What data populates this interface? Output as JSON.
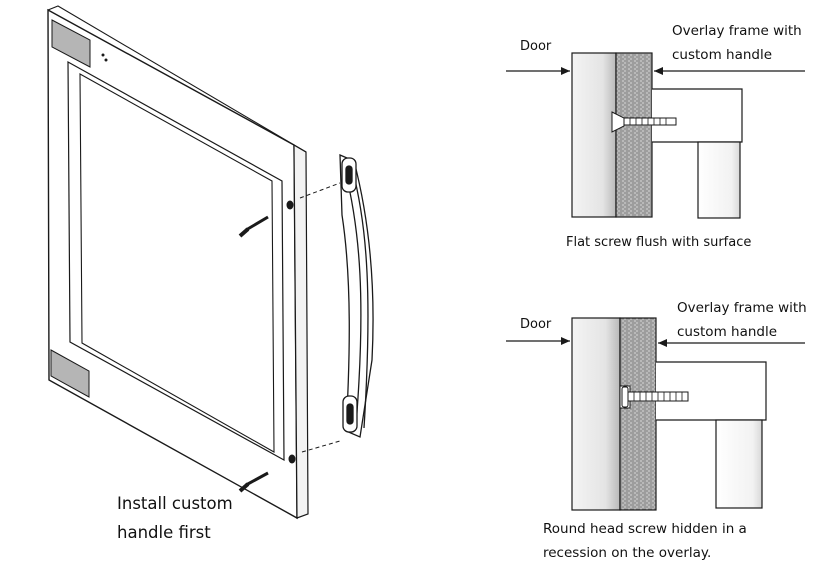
{
  "main_illustration": {
    "caption_lines": [
      "Install custom",
      "handle first"
    ]
  },
  "top_detail": {
    "door_label": "Door",
    "overlay_label_lines": [
      "Overlay frame with",
      "custom handle"
    ],
    "caption": "Flat screw flush with surface"
  },
  "bottom_detail": {
    "door_label": "Door",
    "overlay_label_lines": [
      "Overlay frame with",
      "custom handle"
    ],
    "caption_lines": [
      "Round head screw hidden in a",
      "recession on the overlay."
    ]
  },
  "colors": {
    "line": "#1a1a1a",
    "label_patch": "#b5b5b5",
    "door_shade": "#e6e6e6",
    "overlay_grain": "#8d8d8d"
  }
}
